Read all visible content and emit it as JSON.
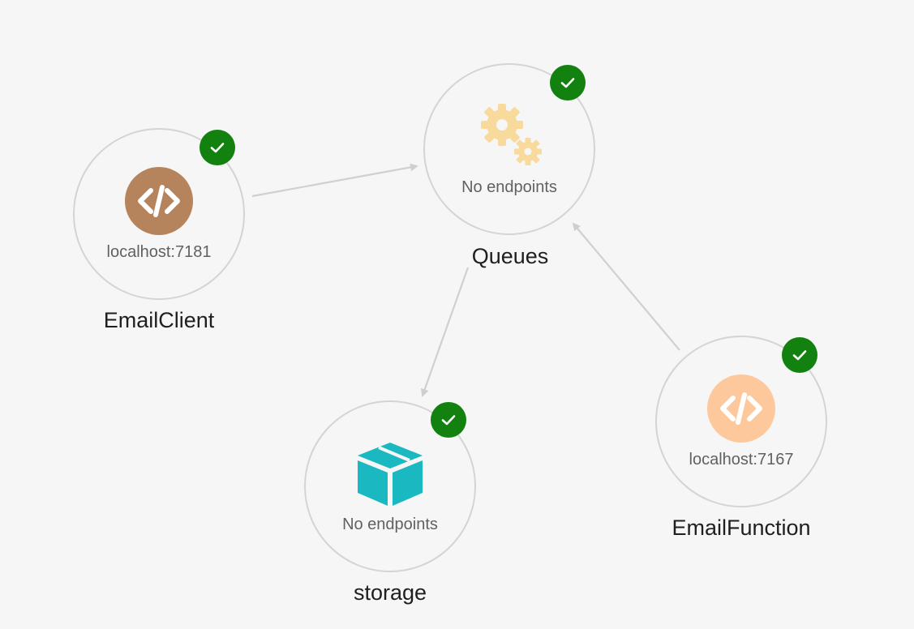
{
  "graph": {
    "nodes": {
      "emailclient": {
        "name": "EmailClient",
        "endpoint": "localhost:7181",
        "status": "running",
        "icon": "code-icon",
        "icon_color": "#b5845d"
      },
      "queues": {
        "name": "Queues",
        "endpoint": "No endpoints",
        "status": "running",
        "icon": "gears-icon",
        "icon_color": "#f8da9d"
      },
      "storage": {
        "name": "storage",
        "endpoint": "No endpoints",
        "status": "running",
        "icon": "box-icon",
        "icon_color": "#1ab9c2"
      },
      "emailfunction": {
        "name": "EmailFunction",
        "endpoint": "localhost:7167",
        "status": "running",
        "icon": "code-icon",
        "icon_color": "#fdc99c"
      }
    },
    "edges": [
      {
        "from": "EmailClient",
        "to": "Queues"
      },
      {
        "from": "Queues",
        "to": "storage"
      },
      {
        "from": "EmailFunction",
        "to": "Queues"
      }
    ],
    "colors": {
      "status_ok": "#13810f",
      "edge": "#d0d0d0",
      "ring": "#d4d4d4",
      "background": "#f6f6f6"
    }
  }
}
